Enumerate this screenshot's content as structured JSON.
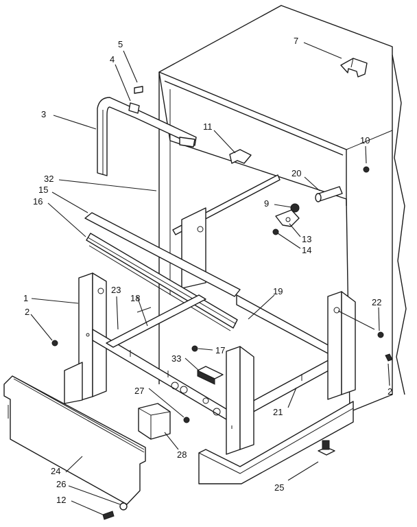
{
  "callouts": [
    {
      "id": "c5",
      "text": "5"
    },
    {
      "id": "c4",
      "text": "4"
    },
    {
      "id": "c7",
      "text": "7"
    },
    {
      "id": "c3",
      "text": "3"
    },
    {
      "id": "c11",
      "text": "11"
    },
    {
      "id": "c10",
      "text": "10"
    },
    {
      "id": "c32",
      "text": "32"
    },
    {
      "id": "c15",
      "text": "15"
    },
    {
      "id": "c16",
      "text": "16"
    },
    {
      "id": "c20",
      "text": "20"
    },
    {
      "id": "c9",
      "text": "9"
    },
    {
      "id": "c13",
      "text": "13"
    },
    {
      "id": "c14",
      "text": "14"
    },
    {
      "id": "c1",
      "text": "1"
    },
    {
      "id": "c23",
      "text": "23"
    },
    {
      "id": "c18",
      "text": "18"
    },
    {
      "id": "c19",
      "text": "19"
    },
    {
      "id": "c22",
      "text": "22"
    },
    {
      "id": "c2a",
      "text": "2"
    },
    {
      "id": "c17",
      "text": "17"
    },
    {
      "id": "c33",
      "text": "33"
    },
    {
      "id": "c27",
      "text": "27"
    },
    {
      "id": "c2b",
      "text": "2"
    },
    {
      "id": "c21",
      "text": "21"
    },
    {
      "id": "c28",
      "text": "28"
    },
    {
      "id": "c24",
      "text": "24"
    },
    {
      "id": "c26",
      "text": "26"
    },
    {
      "id": "c25",
      "text": "25"
    },
    {
      "id": "c12",
      "text": "12"
    }
  ]
}
